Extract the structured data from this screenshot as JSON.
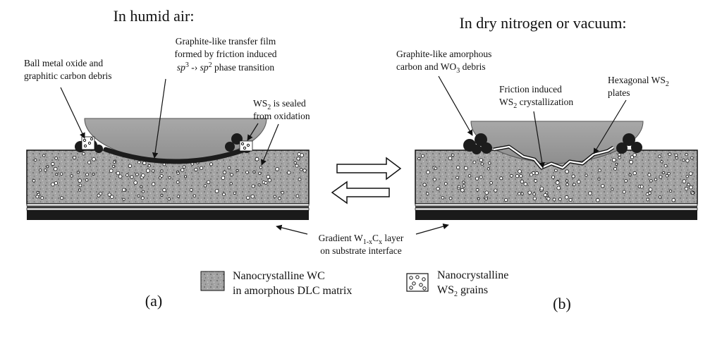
{
  "panel_a": {
    "title": "In humid air:",
    "ball_debris": [
      "Ball metal oxide and",
      "graphitic carbon debris"
    ],
    "transfer_film": {
      "line1": "Graphite-like transfer film",
      "line2": "formed by friction induced",
      "line3_a": "sp",
      "line3_sup1": "3",
      "line3_b": " -› ",
      "line3_c": "sp",
      "line3_sup2": "2",
      "line3_d": " phase transition"
    },
    "ws2_sealed": {
      "pre": "WS",
      "sub": "2",
      "post": " is sealed",
      "line2": "from oxidation"
    },
    "label": "(a)"
  },
  "panel_b": {
    "title": "In dry nitrogen or vacuum:",
    "amorphous": {
      "line1": "Graphite-like amorphous",
      "pre": "carbon and WO",
      "sub": "3",
      "post": " debris"
    },
    "friction": {
      "line1": "Friction induced",
      "pre": "WS",
      "sub": "2",
      "post": " crystallization"
    },
    "hexagonal": {
      "pre": "Hexagonal WS",
      "sub": "2",
      "line2": "plates"
    },
    "label": "(b)"
  },
  "gradient": {
    "pre": "Gradient W",
    "sub1": "1-x",
    "mid": "C",
    "sub2": "x",
    "post": " layer",
    "line2": "on substrate interface"
  },
  "legend": {
    "wc": [
      "Nanocrystalline WC",
      "in amorphous DLC matrix"
    ],
    "ws2": {
      "line1": "Nanocrystalline",
      "pre": "WS",
      "sub": "2",
      "post": " grains"
    }
  },
  "colors": {
    "ink": "#111111",
    "ball": "#9a9a9a",
    "matrix": "#9c9c9c",
    "film": "#1c1c1c"
  }
}
